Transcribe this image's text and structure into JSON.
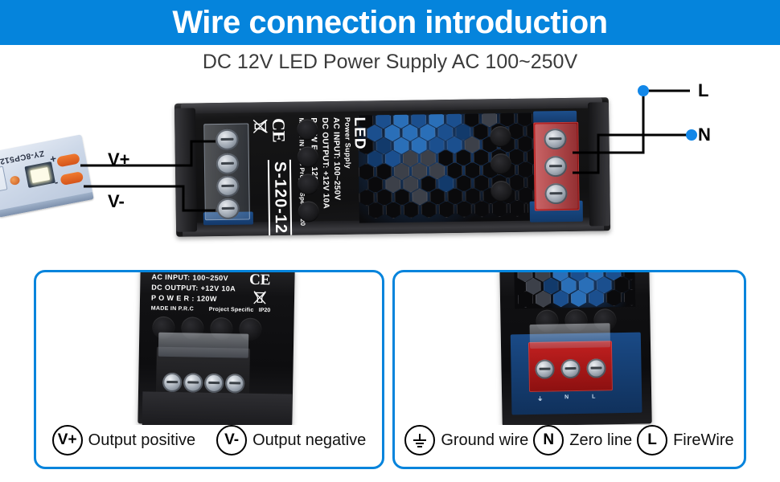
{
  "header": {
    "title": "Wire connection introduction",
    "bar_color": "#0584DC",
    "title_color": "#FFFFFF"
  },
  "subtitle": "DC 12V LED Power Supply AC 100~250V",
  "diagram": {
    "dc_labels": {
      "positive": "V+",
      "negative": "V-"
    },
    "ac_labels": {
      "live": "L",
      "neutral": "N"
    },
    "junction_dot_color": "#1287E8",
    "wire_color": "#000000"
  },
  "led_strip": {
    "code": "ZY-8CP512",
    "pad_positive": "+",
    "pad_negative": "-"
  },
  "product_label": {
    "brand": "LED",
    "brand_sub": "Power Supply",
    "ac_input": "AC INPUT: 100~250V",
    "dc_output": "DC OUTPUT: +12V  10A",
    "power": "P O W E R  :  120W",
    "origin": "MADE  IN  P.R.C",
    "project": "Project Specific",
    "ip_rating": "IP20",
    "model": "S-120-12",
    "ce_mark": "CE"
  },
  "panels": {
    "left": {
      "label": {
        "ac_input": "AC INPUT:  100~250V",
        "dc_output": "DC OUTPUT:  +12V  10A",
        "power": "P O W E R   :  120W",
        "origin": "MADE  IN  P.R.C",
        "project": "Project Specific",
        "ip_rating": "IP20",
        "ce_mark": "CE"
      },
      "legend": [
        {
          "badge": "V+",
          "badge_icon": "v-plus-icon",
          "text": "Output positive"
        },
        {
          "badge": "V-",
          "badge_icon": "v-minus-icon",
          "text": "Output negative"
        }
      ]
    },
    "right": {
      "terminal_marks": {
        "ground": "⏚",
        "neutral": "N",
        "live": "L"
      },
      "legend": [
        {
          "badge": "",
          "badge_icon": "ground-icon",
          "text": "Ground wire"
        },
        {
          "badge": "N",
          "badge_icon": "n-icon",
          "text": "Zero line"
        },
        {
          "badge": "L",
          "badge_icon": "l-icon",
          "text": "FireWire"
        }
      ]
    },
    "border_color": "#0584DC"
  }
}
